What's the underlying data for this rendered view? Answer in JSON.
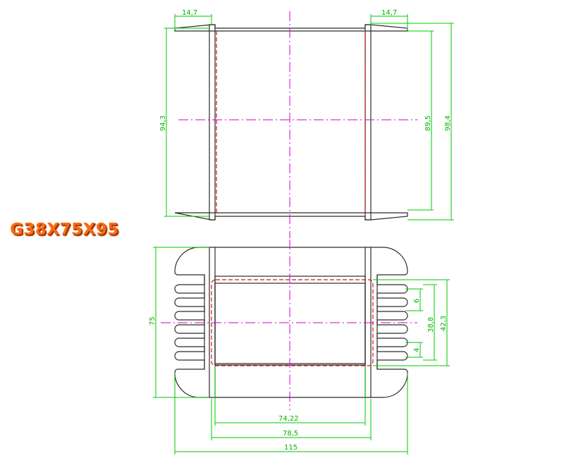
{
  "title": "G38X75X95",
  "colors": {
    "outline": "#2b2b2b",
    "hidden_line": "#e01010",
    "center_line": "#d000d0",
    "dimension": "#00c800",
    "title": "#ff6a10"
  },
  "dimensions": {
    "top_left_flange": "14,7",
    "top_right_flange": "14,7",
    "left_height": "94,3",
    "inner_height": "89,5",
    "outer_height": "98,4",
    "bottom_height": "75",
    "slot_width": "6",
    "slot_gap": "4",
    "slot_span": "38,8",
    "window_height": "42,3",
    "width_inner": "74,22",
    "width_mid": "78,5",
    "width_total": "115"
  }
}
